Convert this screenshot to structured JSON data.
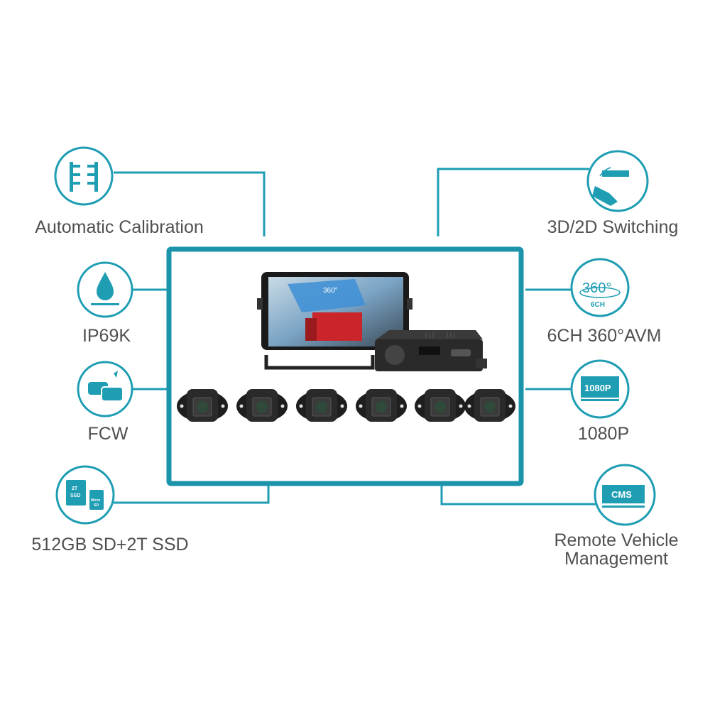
{
  "colors": {
    "accent": "#1e9db3",
    "frame": "#1a93ab",
    "text": "#505050"
  },
  "features_left": [
    {
      "label": "Automatic Calibration",
      "icon": "ladder-calibration-icon"
    },
    {
      "label": "IP69K",
      "icon": "water-drop-icon"
    },
    {
      "label": "FCW",
      "icon": "car-collision-icon"
    },
    {
      "label": "512GB SD+2T SSD",
      "icon": "storage-card-icon",
      "icon_text": [
        "2T",
        "SSD",
        "Micro",
        "SD"
      ]
    }
  ],
  "features_right": [
    {
      "label": "3D/2D Switching",
      "icon": "truck-switch-icon"
    },
    {
      "label": "6CH 360°AVM",
      "icon": "360-view-icon",
      "icon_text": [
        "360°",
        "6CH"
      ]
    },
    {
      "label": "1080P",
      "icon": "hd-screen-icon",
      "icon_text": "1080P"
    },
    {
      "label_line1": "Remote Vehicle",
      "label_line2": "Management",
      "icon": "cms-monitor-icon",
      "icon_text": "CMS"
    }
  ],
  "product": {
    "monitor_badge": "360°",
    "camera_count": 6
  }
}
